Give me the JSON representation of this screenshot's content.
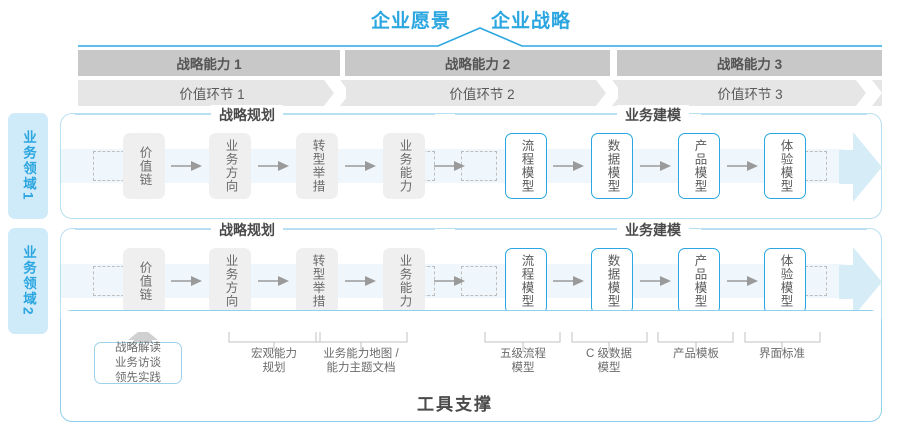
{
  "header": {
    "vision_title": "企业愿景",
    "strategy_title": "企业战略"
  },
  "capability_bars": [
    {
      "label": "战略能力 1"
    },
    {
      "label": "战略能力 2"
    },
    {
      "label": "战略能力 3"
    }
  ],
  "value_bars": [
    {
      "label": "价值环节 1"
    },
    {
      "label": "价值环节 2"
    },
    {
      "label": "价值环节 3"
    }
  ],
  "domains": [
    {
      "name": "业务领域",
      "num": "1"
    },
    {
      "name": "业务领域",
      "num": "2"
    }
  ],
  "sections": {
    "planning": "战略规划",
    "modeling": "业务建模"
  },
  "nodes": {
    "planning": [
      {
        "label": "价值链",
        "style": "gray"
      },
      {
        "label": "业务方向",
        "style": "gray"
      },
      {
        "label": "转型举措",
        "style": "gray"
      },
      {
        "label": "业务能力",
        "style": "gray"
      }
    ],
    "modeling": [
      {
        "label": "流程模型",
        "style": "blue"
      },
      {
        "label": "数据模型",
        "style": "blue"
      },
      {
        "label": "产品模型",
        "style": "blue"
      },
      {
        "label": "体验模型",
        "style": "blue"
      }
    ]
  },
  "tools": {
    "box": {
      "line1": "战略解读",
      "line2": "业务访谈",
      "line3": "领先实践"
    },
    "labels": [
      {
        "line1": "宏观能力",
        "line2": "规划"
      },
      {
        "line1": "业务能力地图 /",
        "line2": "能力主题文档"
      },
      {
        "line1": "五级流程",
        "line2": "模型"
      },
      {
        "line1": "C 级数据",
        "line2": "模型"
      },
      {
        "line1": "产品模板",
        "line2": ""
      },
      {
        "line1": "界面标准",
        "line2": ""
      }
    ]
  },
  "footer": {
    "title": "工具支撑"
  },
  "colors": {
    "accent_blue": "#2ba6e0",
    "band_blue": "#eff7fc",
    "border_blue": "#b9dff2",
    "bar_dark": "#c8c8c8",
    "bar_light": "#e6e6e6",
    "node_gray": "#efefef",
    "domain_bg": "#cfeaf8"
  }
}
